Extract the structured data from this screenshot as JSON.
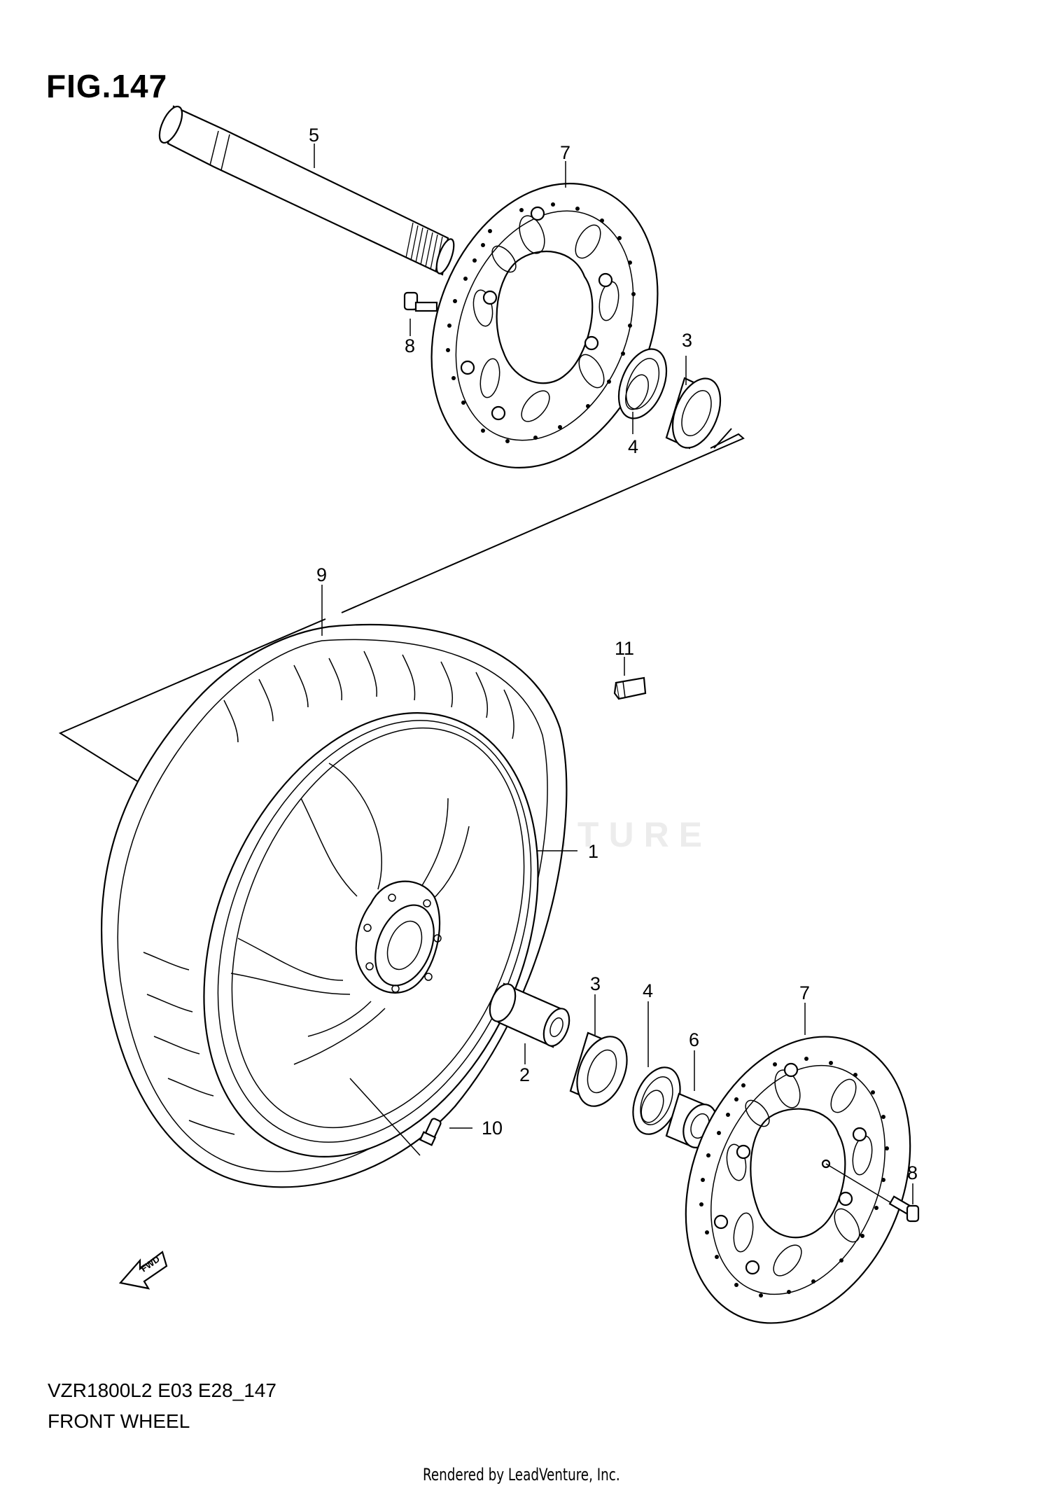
{
  "figure": {
    "title": "FIG.147",
    "code": "VZR1800L2 E03 E28_147",
    "name": "FRONT WHEEL"
  },
  "footer": {
    "rendered_by": "Rendered by LeadVenture, Inc."
  },
  "watermark": {
    "text": "LEADVENTURE"
  },
  "fwd_label": "FWD",
  "callouts": {
    "c1": "1",
    "c2": "2",
    "c3a": "3",
    "c3b": "3",
    "c4a": "4",
    "c4b": "4",
    "c5": "5",
    "c6": "6",
    "c7a": "7",
    "c7b": "7",
    "c8a": "8",
    "c8b": "8",
    "c9": "9",
    "c10": "10",
    "c11": "11"
  }
}
